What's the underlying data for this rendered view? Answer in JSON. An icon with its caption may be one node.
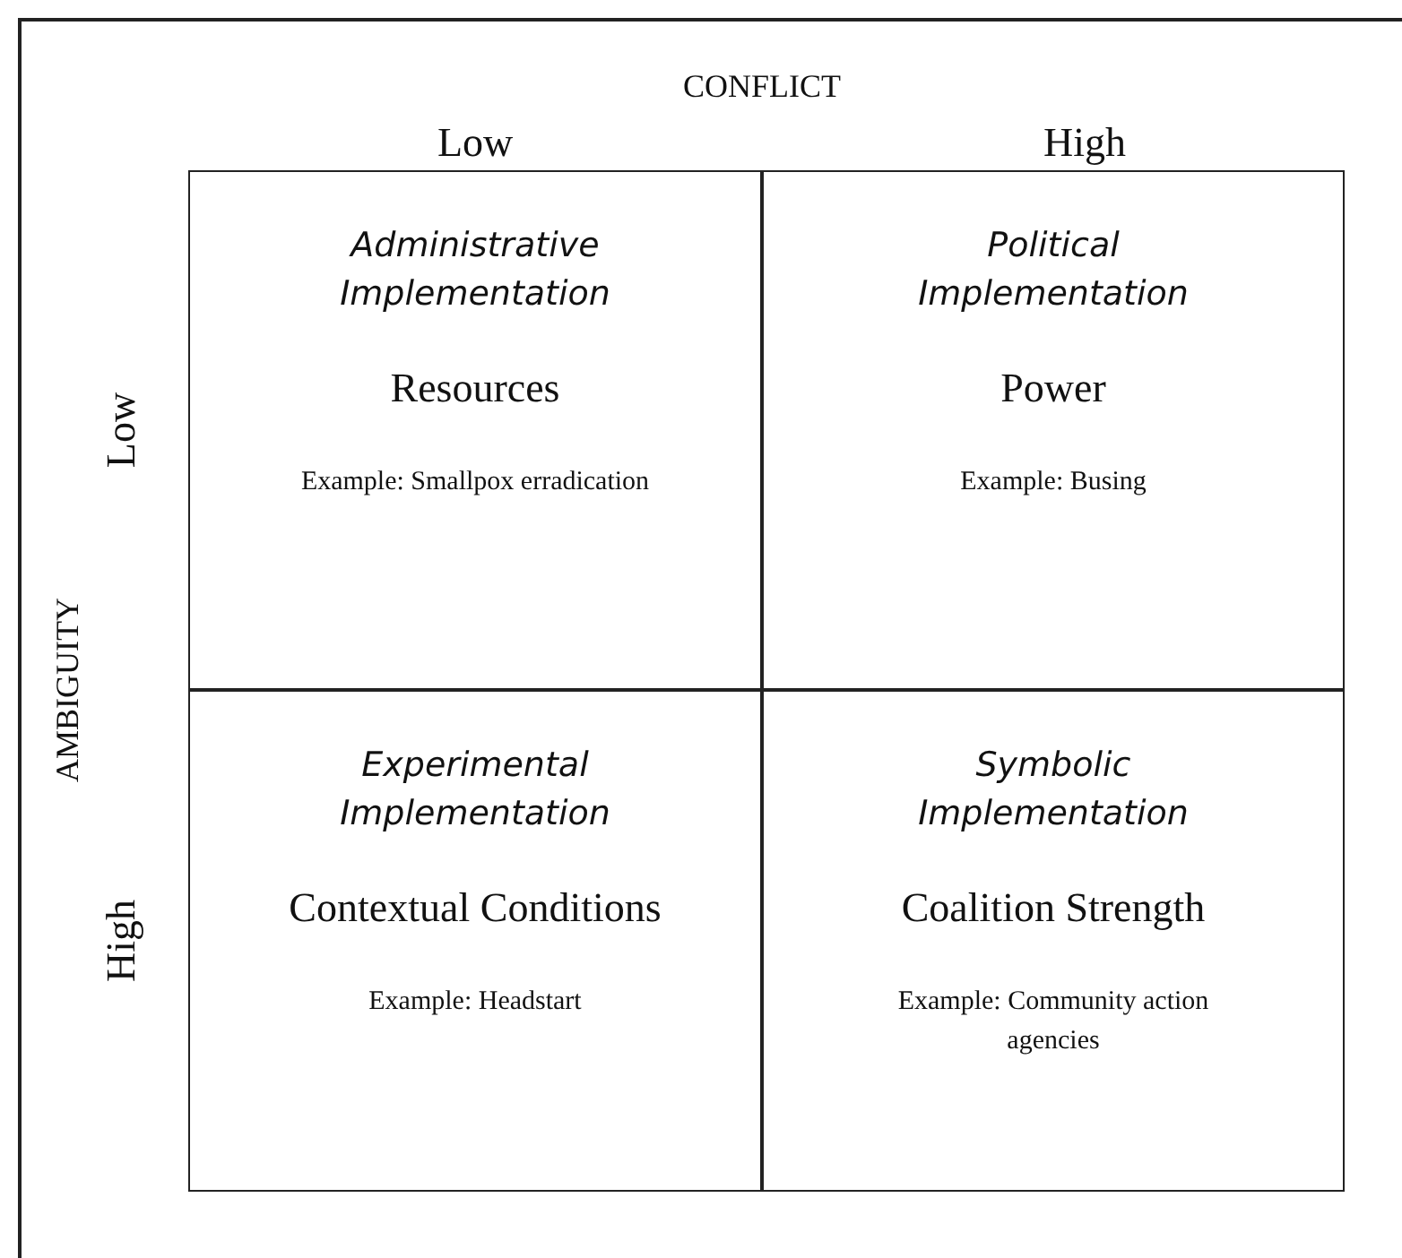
{
  "diagram": {
    "nodes": [
      {
        "text": [
          "Administrative Implementation",
          "Resources",
          "Example: Smallpox erradication"
        ]
      },
      {
        "text": [
          "Political Implementation",
          "Power",
          "Example: Busing"
        ]
      },
      {
        "text": [
          "Experimental Implementation",
          "Contextual Conditions",
          "Example: Headstart"
        ]
      },
      {
        "text": [
          "Symbolic Implementation",
          "Coalition Strength",
          "Example: Community action agencies"
        ]
      }
    ],
    "edges": [],
    "labels": [
      "CONFLICT",
      "Low",
      "High",
      "AMBIGUITY",
      "Low",
      "High"
    ]
  }
}
